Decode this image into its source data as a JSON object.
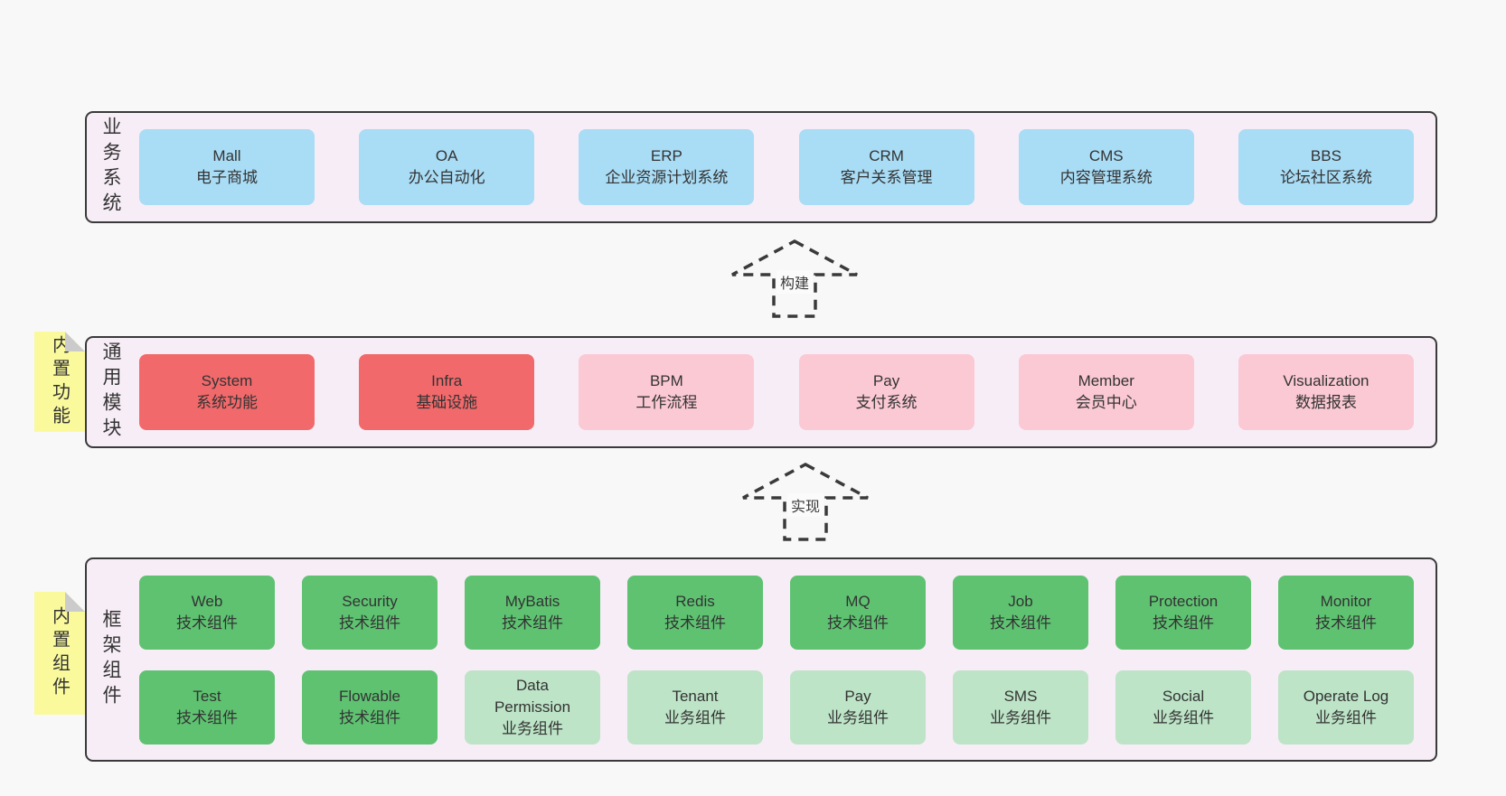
{
  "palette": {
    "page_bg": "#f8f8f8",
    "panel_bg": "#f7edf6",
    "panel_border": "#3a3a3a",
    "blue": "#a9dcf5",
    "red": "#f1696b",
    "pink": "#fbc9d4",
    "green": "#5ec271",
    "light_green": "#bde4c7",
    "sticky_yellow": "#fafa9d",
    "sticky_fold": "#cbcbcb",
    "text": "#333333"
  },
  "arrows": [
    {
      "id": "build",
      "label": "构建"
    },
    {
      "id": "implement",
      "label": "实现"
    }
  ],
  "sections": [
    {
      "id": "business-systems",
      "label": "业务系统",
      "sticky": null,
      "rows": [
        [
          {
            "title": "Mall",
            "sub": "电子商城",
            "type": "blue"
          },
          {
            "title": "OA",
            "sub": "办公自动化",
            "type": "blue"
          },
          {
            "title": "ERP",
            "sub": "企业资源计划系统",
            "type": "blue"
          },
          {
            "title": "CRM",
            "sub": "客户关系管理",
            "type": "blue"
          },
          {
            "title": "CMS",
            "sub": "内容管理系统",
            "type": "blue"
          },
          {
            "title": "BBS",
            "sub": "论坛社区系统",
            "type": "blue"
          }
        ]
      ]
    },
    {
      "id": "common-modules",
      "label": "通用模块",
      "sticky": "内置功能",
      "rows": [
        [
          {
            "title": "System",
            "sub": "系统功能",
            "type": "red"
          },
          {
            "title": "Infra",
            "sub": "基础设施",
            "type": "red"
          },
          {
            "title": "BPM",
            "sub": "工作流程",
            "type": "pink"
          },
          {
            "title": "Pay",
            "sub": "支付系统",
            "type": "pink"
          },
          {
            "title": "Member",
            "sub": "会员中心",
            "type": "pink"
          },
          {
            "title": "Visualization",
            "sub": "数据报表",
            "type": "pink"
          }
        ]
      ]
    },
    {
      "id": "framework-components",
      "label": "框架组件",
      "sticky": "内置组件",
      "rows": [
        [
          {
            "title": "Web",
            "sub": "技术组件",
            "type": "green"
          },
          {
            "title": "Security",
            "sub": "技术组件",
            "type": "green"
          },
          {
            "title": "MyBatis",
            "sub": "技术组件",
            "type": "green"
          },
          {
            "title": "Redis",
            "sub": "技术组件",
            "type": "green"
          },
          {
            "title": "MQ",
            "sub": "技术组件",
            "type": "green"
          },
          {
            "title": "Job",
            "sub": "技术组件",
            "type": "green"
          },
          {
            "title": "Protection",
            "sub": "技术组件",
            "type": "green"
          },
          {
            "title": "Monitor",
            "sub": "技术组件",
            "type": "green"
          }
        ],
        [
          {
            "title": "Test",
            "sub": "技术组件",
            "type": "green"
          },
          {
            "title": "Flowable",
            "sub": "技术组件",
            "type": "green"
          },
          {
            "title": "Data\nPermission",
            "sub": "业务组件",
            "type": "light_green"
          },
          {
            "title": "Tenant",
            "sub": "业务组件",
            "type": "light_green"
          },
          {
            "title": "Pay",
            "sub": "业务组件",
            "type": "light_green"
          },
          {
            "title": "SMS",
            "sub": "业务组件",
            "type": "light_green"
          },
          {
            "title": "Social",
            "sub": "业务组件",
            "type": "light_green"
          },
          {
            "title": "Operate Log",
            "sub": "业务组件",
            "type": "light_green"
          }
        ]
      ]
    }
  ]
}
